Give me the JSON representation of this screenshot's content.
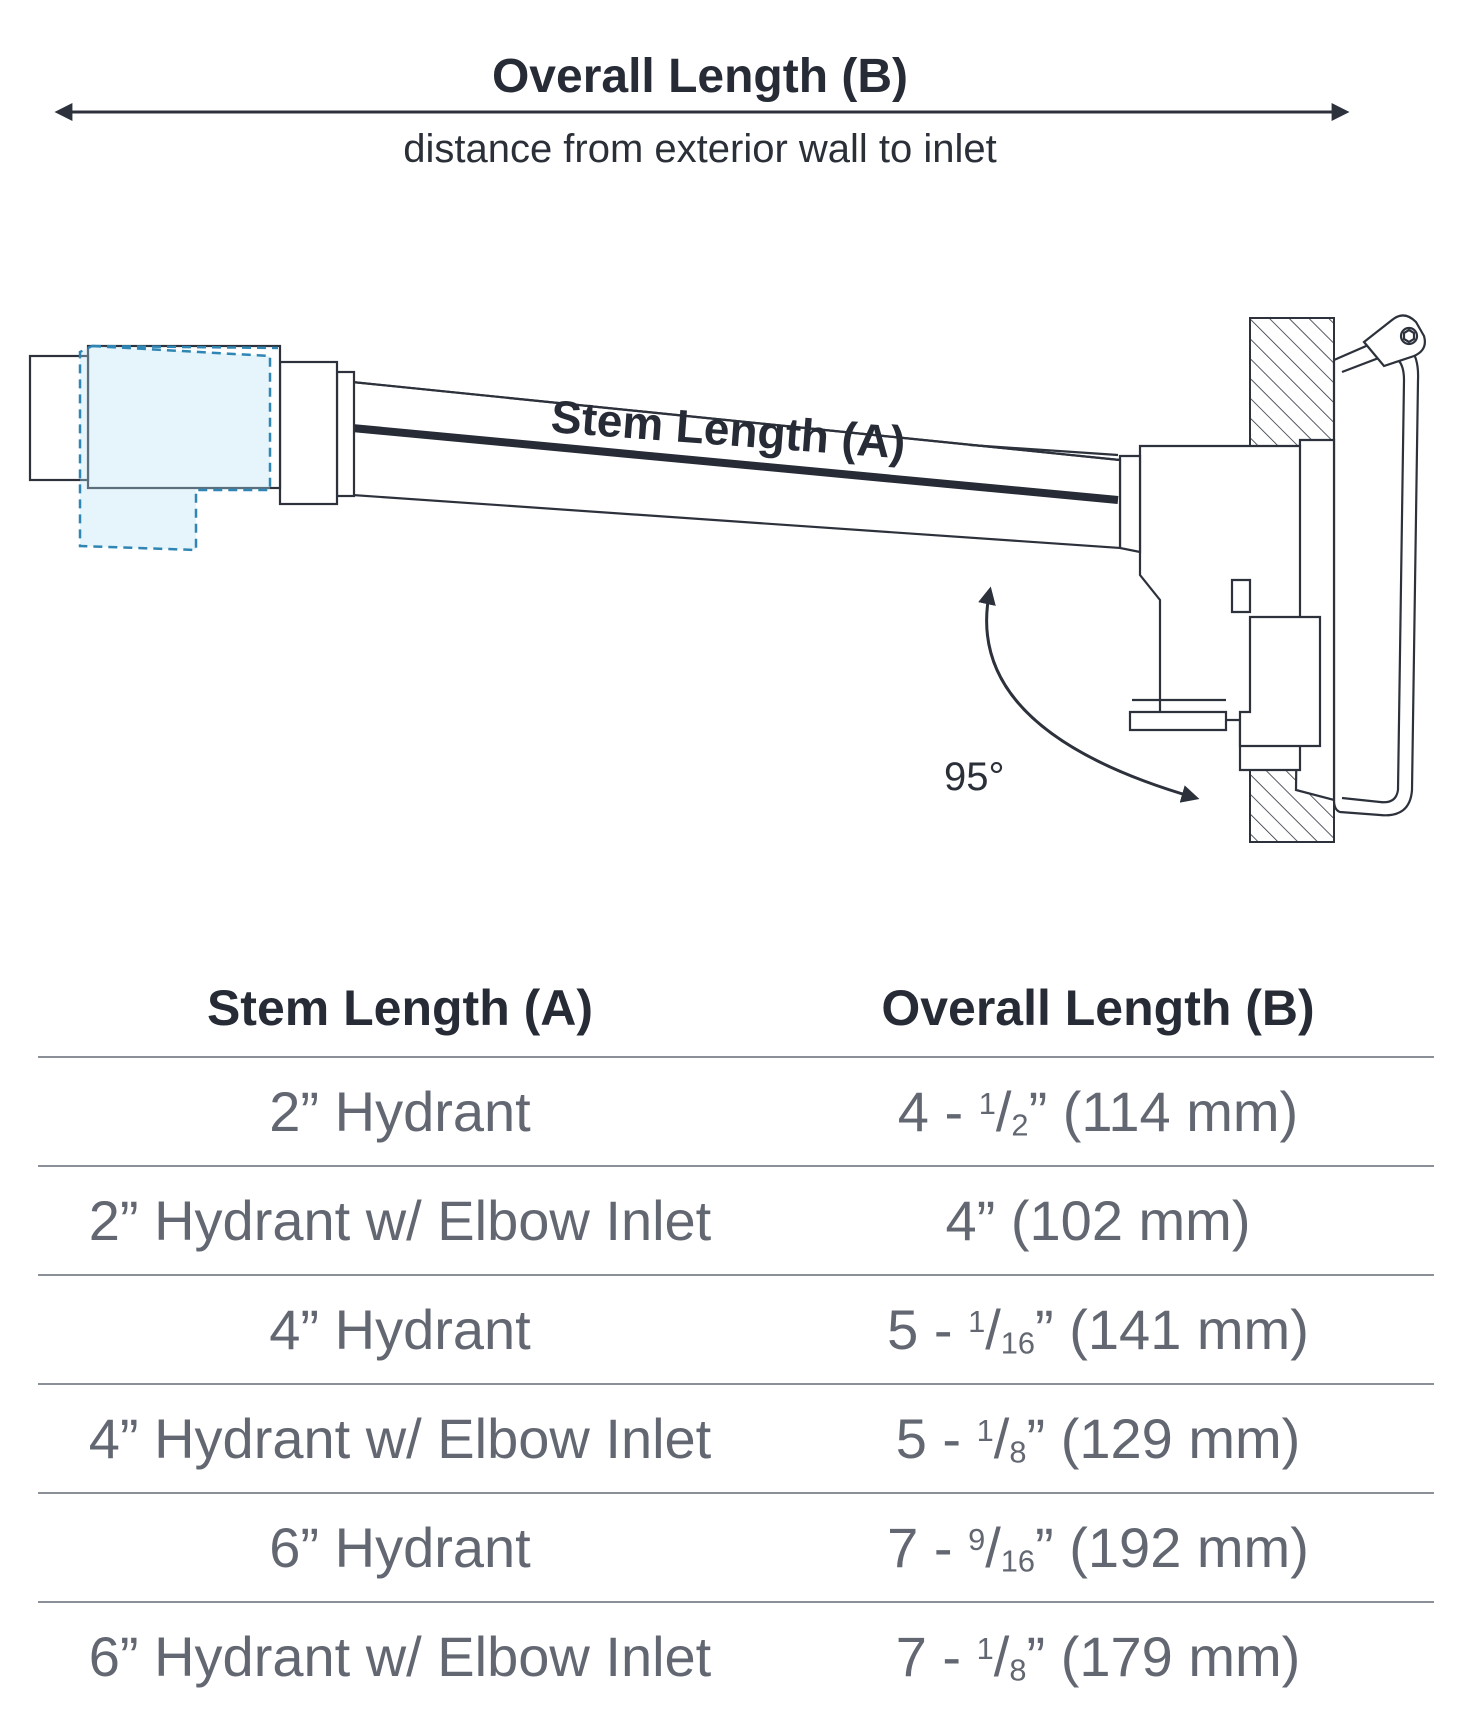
{
  "diagram": {
    "title": "Overall Length (B)",
    "subtitle": "distance from exterior wall to inlet",
    "stem_label": "Stem Length (A)",
    "angle_label": "95°"
  },
  "table": {
    "headers": [
      "Stem Length (A)",
      "Overall Length (B)"
    ],
    "rows": [
      {
        "stem": "2” Hydrant",
        "whole": "4",
        "num": "1",
        "den": "2",
        "rest": "” (114 mm)"
      },
      {
        "stem": "2” Hydrant w/ Elbow Inlet",
        "whole": "4” (102 mm)",
        "num": "",
        "den": "",
        "rest": ""
      },
      {
        "stem": "4” Hydrant",
        "whole": "5",
        "num": "1",
        "den": "16",
        "rest": "” (141 mm)"
      },
      {
        "stem": "4” Hydrant w/ Elbow Inlet",
        "whole": "5",
        "num": "1",
        "den": "8",
        "rest": "” (129 mm)"
      },
      {
        "stem": "6” Hydrant",
        "whole": "7",
        "num": "9",
        "den": "16",
        "rest": "” (192 mm)"
      },
      {
        "stem": "6” Hydrant w/ Elbow Inlet",
        "whole": "7",
        "num": "1",
        "den": "8",
        "rest": "” (179 mm)"
      }
    ]
  }
}
